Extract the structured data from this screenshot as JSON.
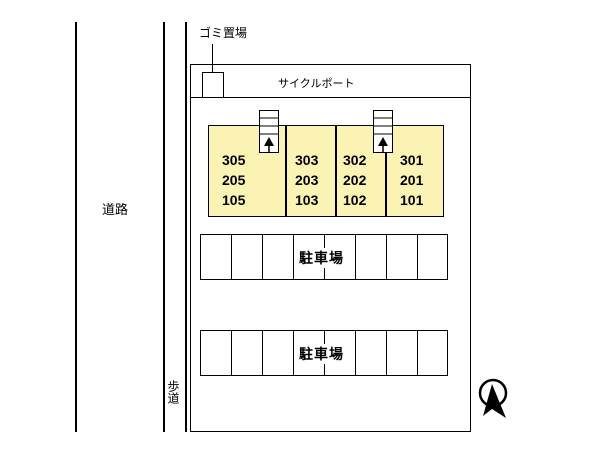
{
  "diagram": {
    "title": "apartment-site-plan",
    "labels": {
      "trash": "ゴミ置場",
      "cycle_port": "サイクルポート",
      "road": "道路",
      "sidewalk": "歩道",
      "parking_upper": "駐車場",
      "parking_lower": "駐車場"
    },
    "colors": {
      "unit_fill": "#faf3b4",
      "line": "#000000",
      "background": "#ffffff"
    },
    "building": {
      "units": [
        {
          "col": 0,
          "numbers": [
            "305",
            "205",
            "105"
          ]
        },
        {
          "col": 1,
          "numbers": [
            "303",
            "203",
            "103"
          ]
        },
        {
          "col": 2,
          "numbers": [
            "302",
            "202",
            "102"
          ]
        },
        {
          "col": 3,
          "numbers": [
            "301",
            "201",
            "101"
          ]
        }
      ]
    },
    "parking": {
      "upper_stalls": 8,
      "lower_stalls": 8
    },
    "compass": "north-arrow"
  }
}
